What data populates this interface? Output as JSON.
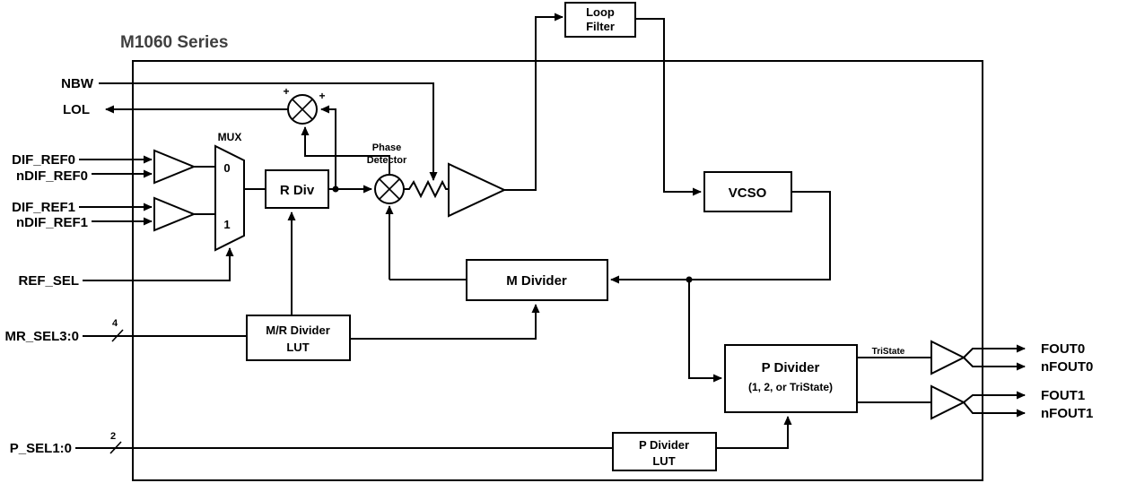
{
  "title": "M1060 Series",
  "colors": {
    "line": "#000000",
    "background": "#ffffff",
    "muted_line": "#8c8c8c",
    "title_text": "#3f3f3f"
  },
  "pins": {
    "nbw": "NBW",
    "lol": "LOL",
    "dif_ref0": "DIF_REF0",
    "ndif_ref0": "nDIF_REF0",
    "dif_ref1": "DIF_REF1",
    "ndif_ref1": "nDIF_REF1",
    "ref_sel": "REF_SEL",
    "mr_sel": "MR_SEL3:0",
    "p_sel": "P_SEL1:0",
    "fout0": "FOUT0",
    "nfout0": "nFOUT0",
    "fout1": "FOUT1",
    "nfout1": "nFOUT1"
  },
  "bus": {
    "mr_sel_width": "4",
    "p_sel_width": "2"
  },
  "blocks": {
    "mux": "MUX",
    "mux_in0": "0",
    "mux_in1": "1",
    "r_div": "R Div",
    "phase_detector_l1": "Phase",
    "phase_detector_l2": "Detector",
    "loop_filter_l1": "Loop",
    "loop_filter_l2": "Filter",
    "vcso": "VCSO",
    "m_divider": "M Divider",
    "mr_lut_l1": "M/R Divider",
    "mr_lut_l2": "LUT",
    "p_divider_l1": "P Divider",
    "p_divider_l2": "(1, 2, or TriState)",
    "p_lut_l1": "P Divider",
    "p_lut_l2": "LUT"
  },
  "annotations": {
    "tristate": "TriState",
    "plus": "+"
  }
}
